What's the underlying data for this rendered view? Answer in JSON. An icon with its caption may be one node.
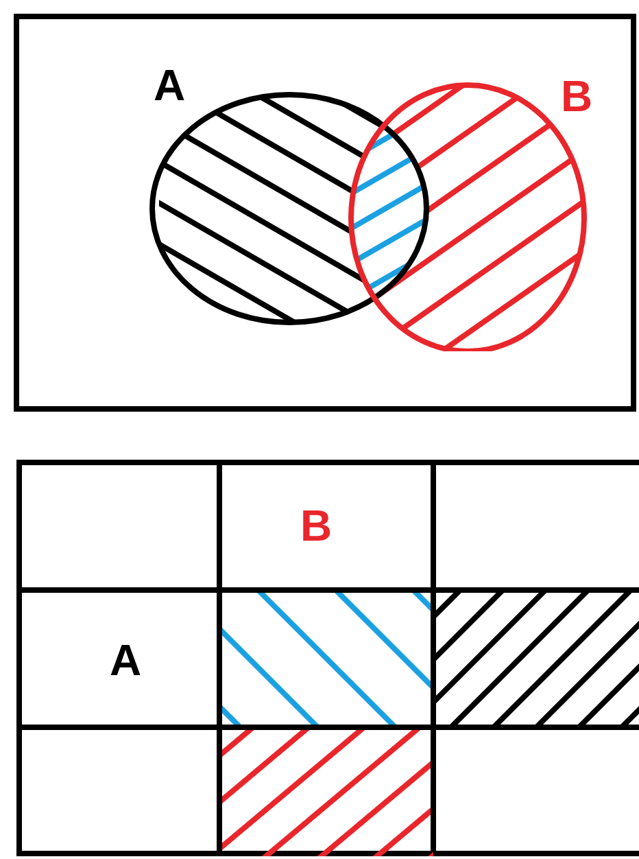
{
  "diagram": {
    "nodes": [
      {
        "text": [],
        "shape": "box"
      },
      {
        "text": [
          "A"
        ],
        "in": 0
      },
      {
        "text": [
          "B"
        ],
        "in": 0
      }
    ],
    "labels": [
      "B",
      "A"
    ]
  }
}
